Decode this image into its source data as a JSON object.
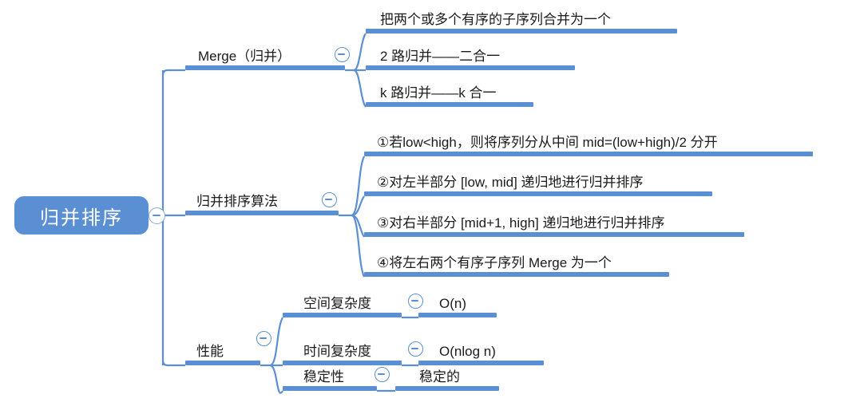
{
  "document": {
    "type": "mind-map",
    "title": "归并排序",
    "accent_color": "#5b8fd4",
    "text_color": "#1b1b1b",
    "background_color": "#ffffff",
    "root_text_color": "#ffffff"
  },
  "icons": {
    "collapse": "minus-circle-icon"
  },
  "root": {
    "label": "归并排序"
  },
  "branches": [
    {
      "id": "merge",
      "label": "Merge（归并）",
      "children": [
        {
          "id": "merge-1",
          "label": "把两个或多个有序的子序列合并为一个"
        },
        {
          "id": "merge-2",
          "label": "2 路归并——二合一"
        },
        {
          "id": "merge-3",
          "label": "k 路归并——k 合一"
        }
      ]
    },
    {
      "id": "algorithm",
      "label": "归并排序算法",
      "children": [
        {
          "id": "algo-1",
          "label": "①若low<high，则将序列分从中间 mid=(low+high)/2 分开"
        },
        {
          "id": "algo-2",
          "label": "②对左半部分 [low, mid] 递归地进行归并排序"
        },
        {
          "id": "algo-3",
          "label": "③对右半部分 [mid+1, high] 递归地进行归并排序"
        },
        {
          "id": "algo-4",
          "label": "④将左右两个有序子序列 Merge 为一个"
        }
      ]
    },
    {
      "id": "performance",
      "label": "性能",
      "children": [
        {
          "id": "perf-1",
          "label": "空间复杂度",
          "value": "O(n)"
        },
        {
          "id": "perf-2",
          "label": "时间复杂度",
          "value": "O(nlog n)"
        },
        {
          "id": "perf-3",
          "label": "稳定性",
          "value": "稳定的"
        }
      ]
    }
  ]
}
